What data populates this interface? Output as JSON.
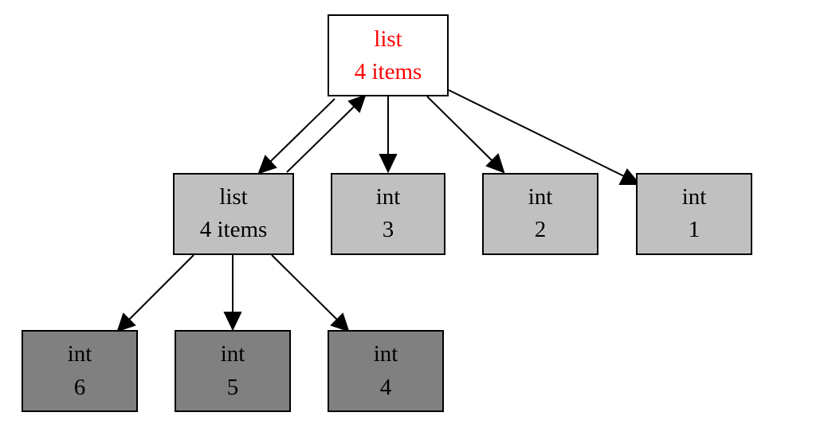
{
  "colors": {
    "root_fill": "#ffffff",
    "root_text": "#ff0000",
    "level1_fill": "#c0c0c0",
    "level2_fill": "#808080",
    "text": "#000000",
    "edge": "#000000"
  },
  "nodes": {
    "root": {
      "type": "list",
      "value": "4 items"
    },
    "inner_list": {
      "type": "list",
      "value": "4 items"
    },
    "int3": {
      "type": "int",
      "value": "3"
    },
    "int2": {
      "type": "int",
      "value": "2"
    },
    "int1": {
      "type": "int",
      "value": "1"
    },
    "int6": {
      "type": "int",
      "value": "6"
    },
    "int5": {
      "type": "int",
      "value": "5"
    },
    "int4": {
      "type": "int",
      "value": "4"
    }
  }
}
